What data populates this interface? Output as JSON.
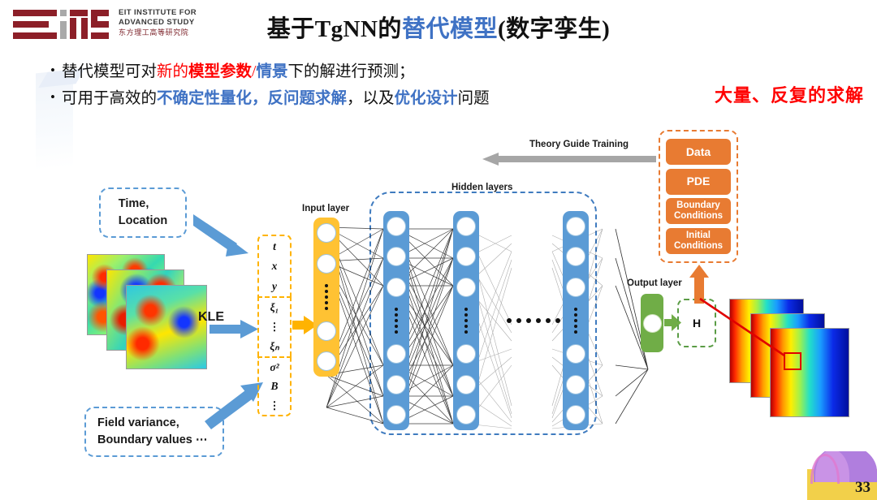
{
  "slide": {
    "page_number": "33",
    "title": {
      "part1": "基于TgNN的",
      "part2_blue": "替代模型",
      "part3": "(数字孪生)"
    },
    "logo": {
      "line1": "EIT INSTITUTE FOR",
      "line2": "ADVANCED STUDY",
      "line3": "东方理工高等研究院"
    },
    "bullets": [
      {
        "marker": "•",
        "segments": [
          {
            "text": "替代模型可对",
            "style": "plain"
          },
          {
            "text": "新的",
            "style": "red"
          },
          {
            "text": "模型参数",
            "style": "red-bold"
          },
          {
            "text": "/",
            "style": "red"
          },
          {
            "text": "情景",
            "style": "blue-bold"
          },
          {
            "text": "下的解进行预测；",
            "style": "plain"
          }
        ]
      },
      {
        "marker": "•",
        "segments": [
          {
            "text": "可用于高效的",
            "style": "plain"
          },
          {
            "text": "不确定性量化，反问题求解",
            "style": "blue-bold"
          },
          {
            "text": "，以及",
            "style": "plain"
          },
          {
            "text": "优化设计",
            "style": "blue-bold"
          },
          {
            "text": "问题",
            "style": "plain"
          }
        ]
      }
    ],
    "callout_red": "大量、反复的求解",
    "callout_red_color": "#ff0000"
  },
  "diagram": {
    "input_boxes": {
      "time_location": "Time,\nLocation",
      "field_variance": "Field variance,\nBoundary values ⋯"
    },
    "kle_label": "KLE",
    "input_vector": {
      "group1": [
        "t",
        "x",
        "y"
      ],
      "group2": [
        "ξ₁",
        "⋮",
        "ξₙ"
      ],
      "group3": [
        "σ²",
        "B",
        "⋮"
      ]
    },
    "layers": {
      "input_layer_label": "Input layer",
      "hidden_layers_label": "Hidden layers",
      "output_layer_label": "Output layer",
      "output_node_label": "H",
      "hidden_layer_count_shown": 3,
      "ellipsis_between_layers": "••••••"
    },
    "theory_guide_label": "Theory Guide Training",
    "theory_boxes": [
      {
        "label": "Data",
        "lines": 1
      },
      {
        "label": "PDE",
        "lines": 1
      },
      {
        "label": "Boundary\nConditions",
        "lines": 2
      },
      {
        "label": "Initial\nConditions",
        "lines": 2
      }
    ],
    "colors": {
      "orange": "#e87b32",
      "input_layer": "#ffc233",
      "hidden_layer": "#5b9bd5",
      "output_layer": "#70ad47",
      "dash_blue": "#5b9bd5",
      "dash_green": "#5a9c45",
      "dash_yellow": "#ffb300",
      "arrow_blue": "#5b9bd5",
      "arrow_orange": "#ffb300",
      "arrow_green": "#70ad47",
      "gray_arrow": "#a6a6a6",
      "red_highlight": "#e00000"
    }
  }
}
